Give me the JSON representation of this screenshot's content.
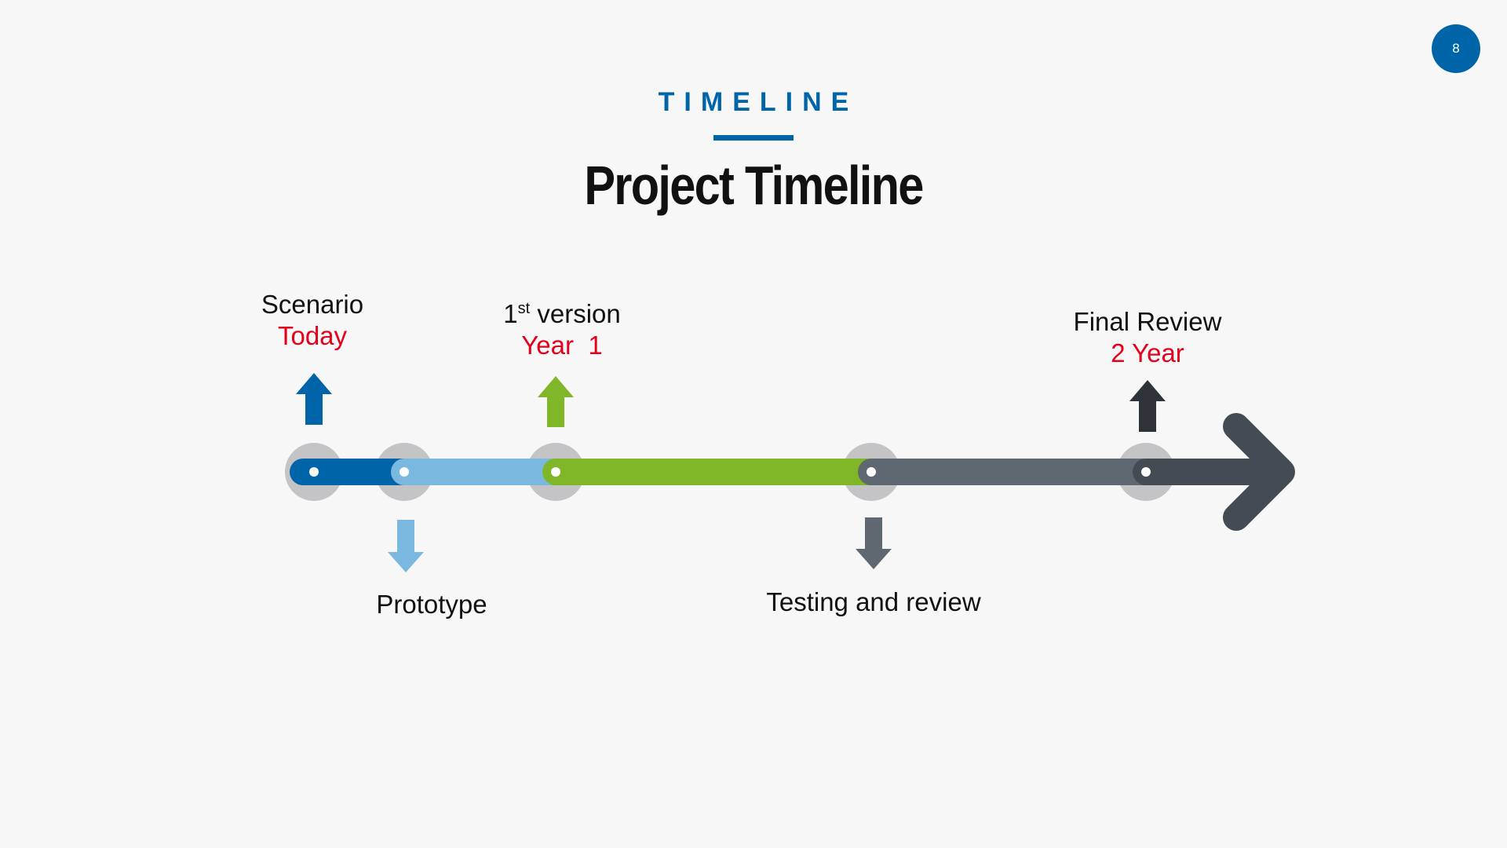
{
  "page_number": "8",
  "kicker": "TIMELINE",
  "title": "Project Timeline",
  "colors": {
    "accent": "#0065a8",
    "highlight_red": "#e4001b",
    "node_ring": "#c4c4c6",
    "seg_blue": "#0065a8",
    "seg_light_blue": "#7ab8e0",
    "seg_green": "#7fb728",
    "seg_gray": "#5f6770",
    "seg_dark": "#454b53"
  },
  "milestones": [
    {
      "id": "scenario",
      "label": "Scenario",
      "sub": "Today",
      "position": "above",
      "arrow_icon": "arrow-up-icon",
      "color": "#0065a8"
    },
    {
      "id": "prototype",
      "label": "Prototype",
      "sub": "",
      "position": "below",
      "arrow_icon": "arrow-down-icon",
      "color": "#7ab8e0"
    },
    {
      "id": "first-version",
      "label_num": "1",
      "label_sup": "st",
      "label": "version",
      "sub": "Year  1",
      "position": "above",
      "arrow_icon": "arrow-up-icon",
      "color": "#7fb728"
    },
    {
      "id": "testing",
      "label": "Testing and review",
      "sub": "",
      "position": "below",
      "arrow_icon": "arrow-down-icon",
      "color": "#5f6770"
    },
    {
      "id": "final-review",
      "label": "Final Review",
      "sub": "2 Year",
      "position": "above",
      "arrow_icon": "arrow-up-icon",
      "color": "#2e3339"
    }
  ]
}
